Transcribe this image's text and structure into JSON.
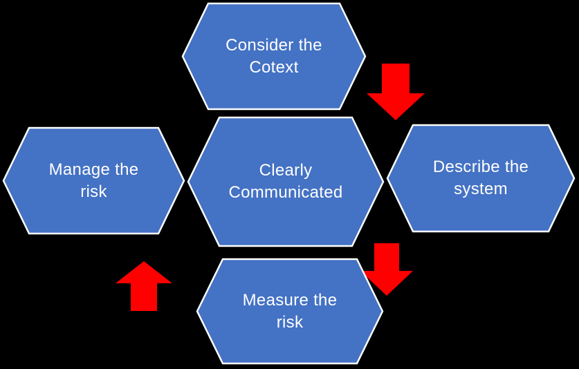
{
  "diagram": {
    "type": "cycle-flow-diagram",
    "colors": {
      "background": "#000000",
      "hexagon_fill": "#4472C4",
      "hexagon_border": "#FFFFFF",
      "arrow": "#FF0000",
      "text": "#FFFFFF"
    },
    "nodes": {
      "top": {
        "label": "Consider the\nCotext"
      },
      "center": {
        "label": "Clearly\nCommunicated"
      },
      "right": {
        "label": "Describe the\nsystem"
      },
      "left": {
        "label": "Manage the\nrisk"
      },
      "bottom": {
        "label": "Measure the\nrisk"
      }
    },
    "arrows": {
      "top_right": {
        "direction": "down",
        "from": "Consider the Cotext",
        "to": "Describe the system"
      },
      "bottom_right": {
        "direction": "down",
        "from": "Describe the system",
        "to": "Measure the risk"
      },
      "bottom_left": {
        "direction": "up",
        "from": "Measure the risk",
        "to": "Manage the risk"
      }
    }
  }
}
